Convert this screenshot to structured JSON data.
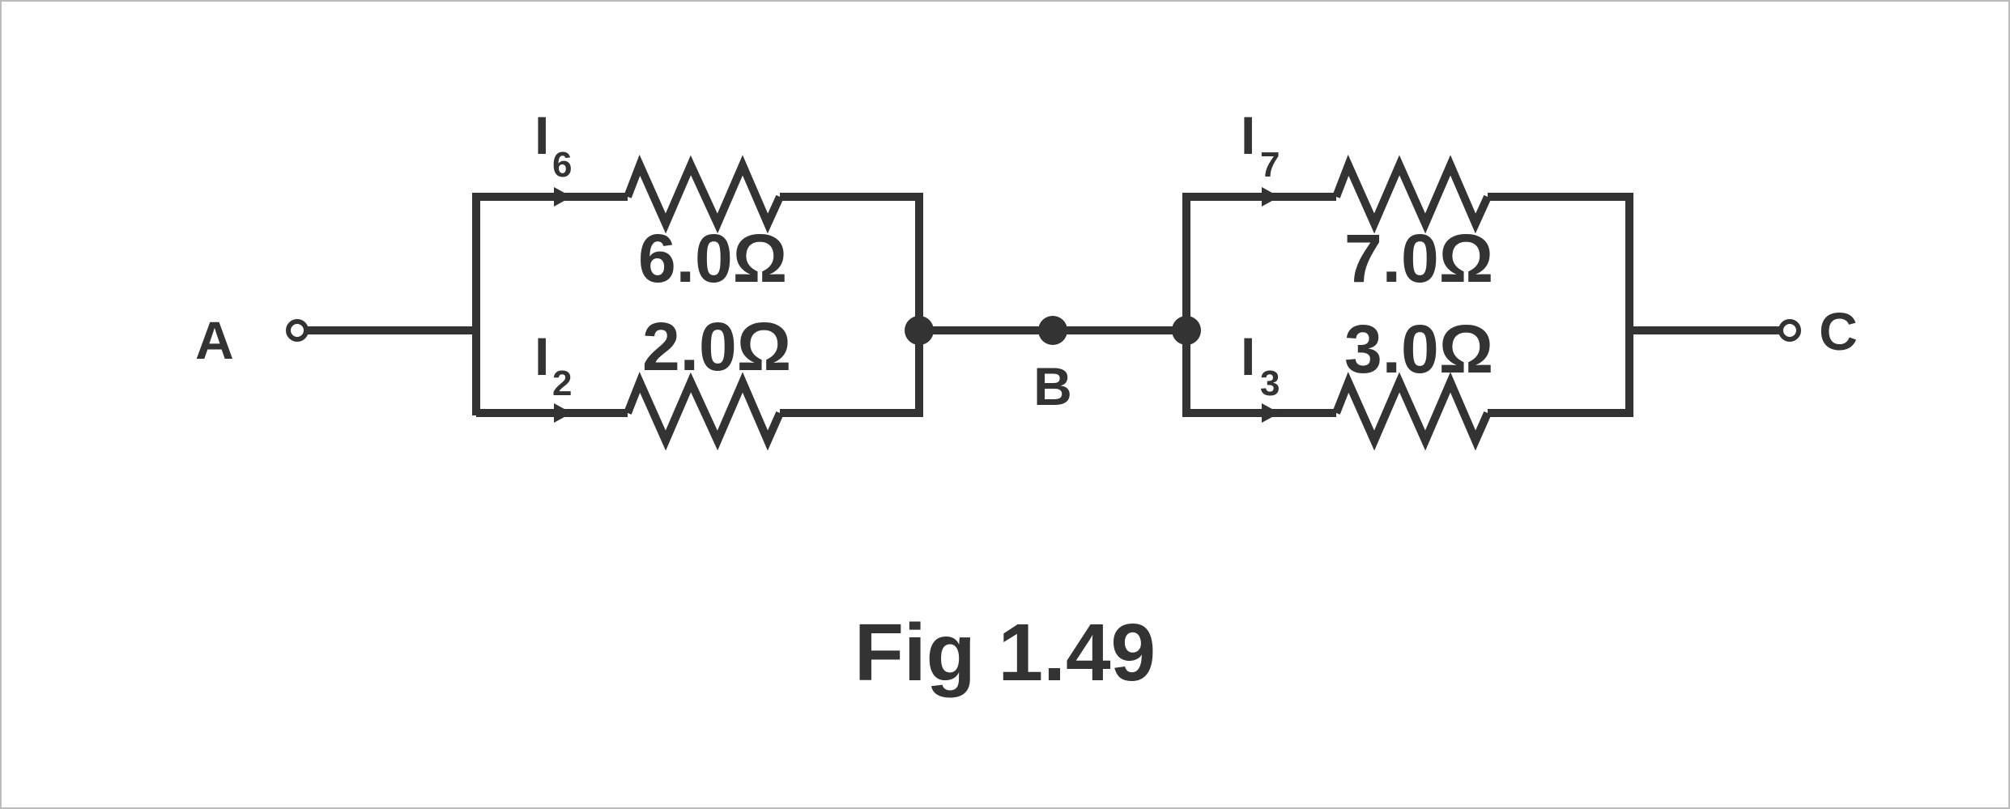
{
  "nodes": {
    "a": "A",
    "b": "B",
    "c": "C"
  },
  "currents": {
    "top_left": {
      "symbol": "I",
      "subscript": "6"
    },
    "bottom_left": {
      "symbol": "I",
      "subscript": "2"
    },
    "top_right": {
      "symbol": "I",
      "subscript": "7"
    },
    "bottom_right": {
      "symbol": "I",
      "subscript": "3"
    }
  },
  "resistors": {
    "top_left": "6.0Ω",
    "bottom_left": "2.0Ω",
    "top_right": "7.0Ω",
    "bottom_right": "3.0Ω"
  },
  "caption": "Fig 1.49",
  "colors": {
    "ink": "#333333",
    "background": "#ffffff",
    "frame": "#bbbbbb"
  }
}
